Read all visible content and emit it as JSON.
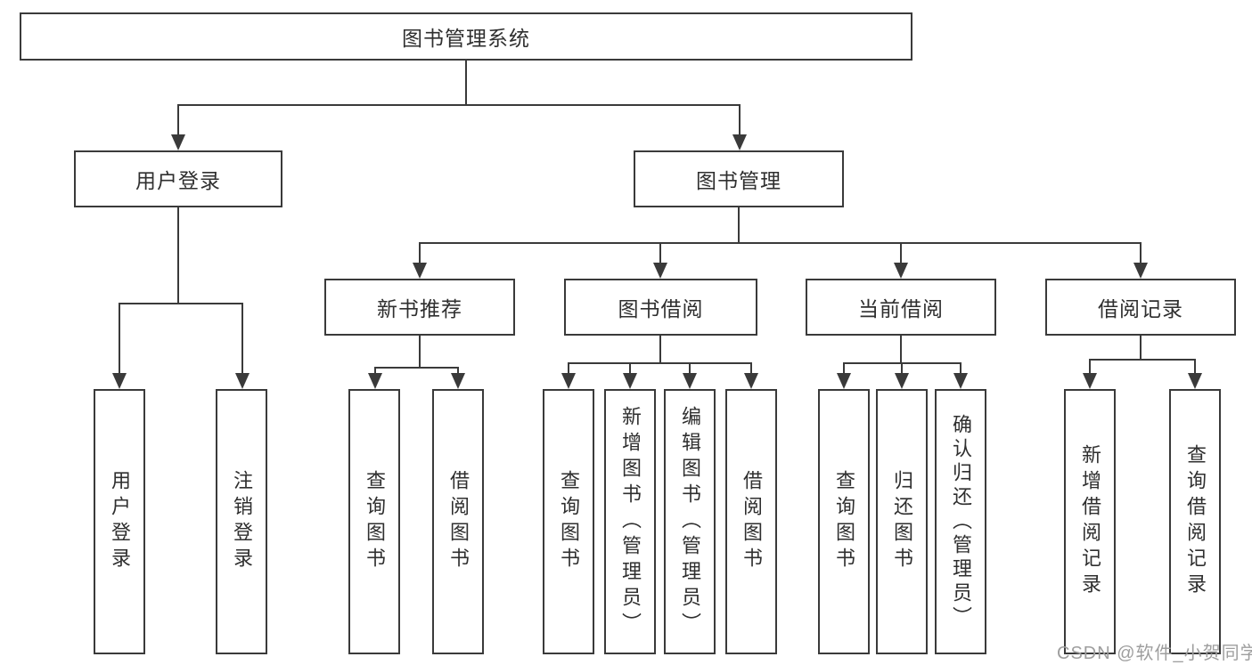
{
  "tree": {
    "root": {
      "label": "图书管理系统"
    },
    "branches": [
      {
        "label": "用户登录",
        "children": [
          {
            "label": "用户登录"
          },
          {
            "label": "注销登录"
          }
        ]
      },
      {
        "label": "图书管理",
        "children": [
          {
            "label": "新书推荐",
            "children": [
              {
                "label": "查询图书"
              },
              {
                "label": "借阅图书"
              }
            ]
          },
          {
            "label": "图书借阅",
            "children": [
              {
                "label": "查询图书"
              },
              {
                "label": "新增图书（管理员）"
              },
              {
                "label": "编辑图书（管理员）"
              },
              {
                "label": "借阅图书"
              }
            ]
          },
          {
            "label": "当前借阅",
            "children": [
              {
                "label": "查询图书"
              },
              {
                "label": "归还图书"
              },
              {
                "label": "确认归还（管理员）"
              }
            ]
          },
          {
            "label": "借阅记录",
            "children": [
              {
                "label": "新增借阅记录"
              },
              {
                "label": "查询借阅记录"
              }
            ]
          }
        ]
      }
    ]
  },
  "watermark": {
    "text": "CSDN @软件_小贺同学"
  },
  "colors": {
    "line": "#3a3a3a",
    "text": "#2f2f2f",
    "background": "#ffffff",
    "watermark": "#9e9e9e"
  }
}
